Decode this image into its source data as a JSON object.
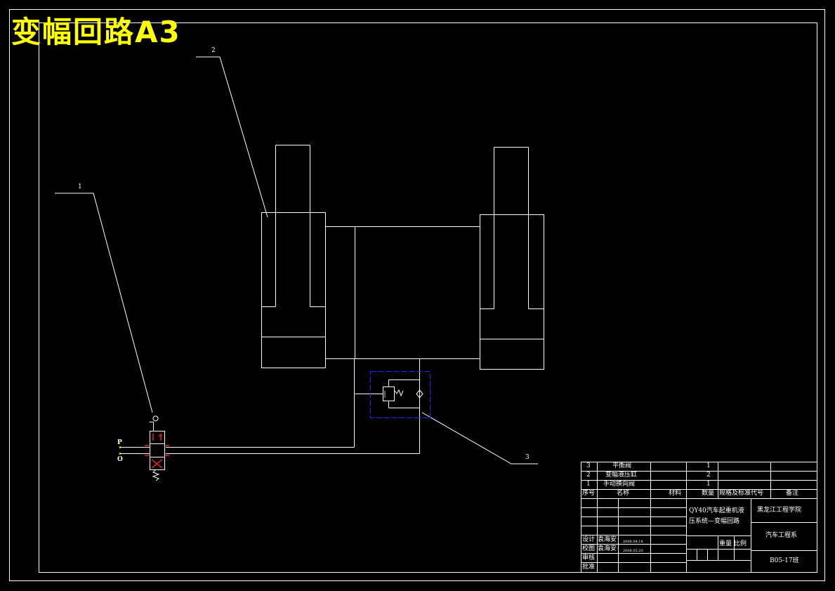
{
  "title": "变幅回路A3",
  "leaders": {
    "l1": "1",
    "l2": "2",
    "l3": "3"
  },
  "ports": {
    "p": "P",
    "o": "O"
  },
  "title_block": {
    "parts": [
      {
        "no": "3",
        "name": "平衡阀",
        "qty": "1"
      },
      {
        "no": "2",
        "name": "变幅液压缸",
        "qty": "2"
      },
      {
        "no": "1",
        "name": "手动换向阀",
        "qty": "1"
      }
    ],
    "headers": {
      "no": "序号",
      "name": "名称",
      "material": "材料",
      "qty": "数量",
      "spec": "规格及标准代号",
      "remark": "备注"
    },
    "drawing_title_1": "QY40汽车起重机液",
    "drawing_title_2": "压系统—变幅回路",
    "school": "黑龙江工程学院",
    "department": "汽车工程系",
    "class_code": "B05-17班",
    "weight_scale": "重量 比例",
    "roles": {
      "design": "设计",
      "check": "校图",
      "review": "审核",
      "approve": "批准"
    },
    "design_name": "袁海安",
    "design_date": "2008.04.18",
    "check_name": "袁海安",
    "check_date": "2008.05.20"
  }
}
